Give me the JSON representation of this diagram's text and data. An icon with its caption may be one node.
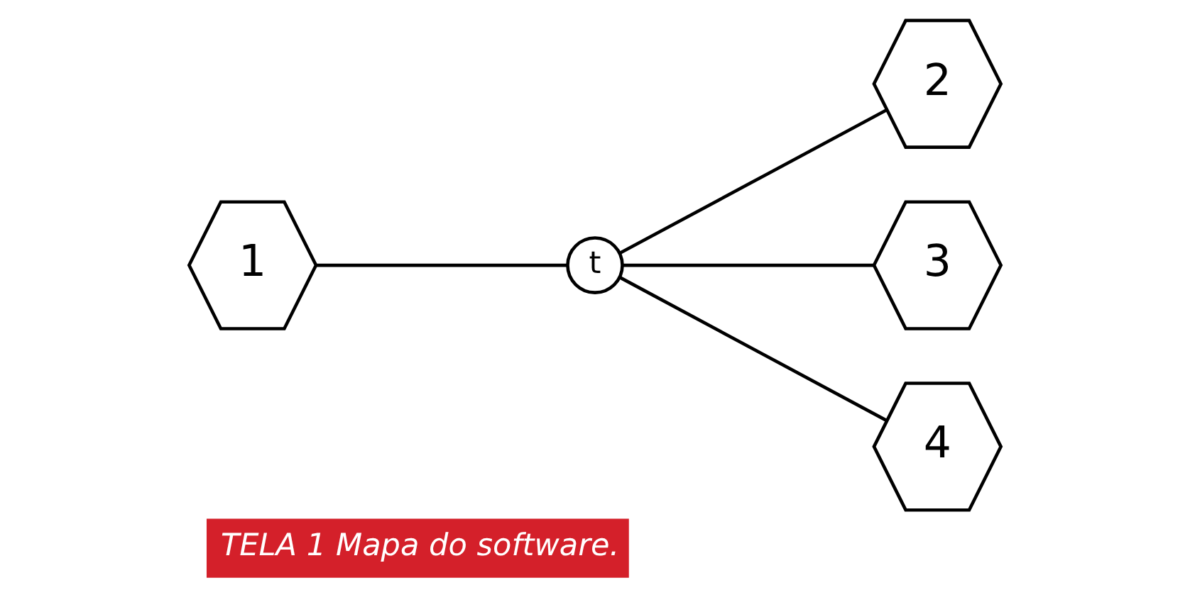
{
  "diagram": {
    "caption": "TELA 1 Mapa do software.",
    "nodes": [
      {
        "text": [
          "1"
        ]
      },
      {
        "text": [
          "2"
        ]
      },
      {
        "text": [
          "t"
        ]
      },
      {
        "text": [
          "3"
        ]
      },
      {
        "text": [
          "4"
        ]
      }
    ],
    "edges": [
      {
        "from": 0,
        "to": 2,
        "arrow": "none"
      },
      {
        "from": 2,
        "to": 1,
        "arrow": "none"
      },
      {
        "from": 2,
        "to": 3,
        "arrow": "none"
      },
      {
        "from": 2,
        "to": 4,
        "arrow": "none"
      }
    ]
  }
}
